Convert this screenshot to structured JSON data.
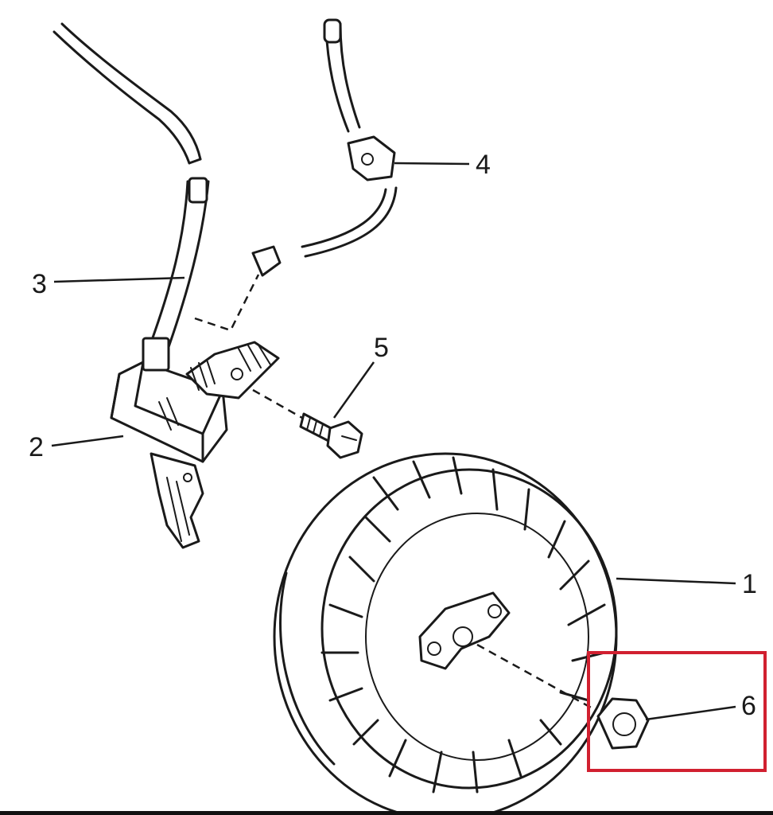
{
  "callouts": [
    {
      "number": "1",
      "part": "flywheel"
    },
    {
      "number": "2",
      "part": "ignition-coil"
    },
    {
      "number": "3",
      "part": "spark-plug-lead"
    },
    {
      "number": "4",
      "part": "ground-wire-terminal"
    },
    {
      "number": "5",
      "part": "coil-mounting-bolt"
    },
    {
      "number": "6",
      "part": "flywheel-nut"
    }
  ],
  "highlight": {
    "target_callout": "6",
    "color": "#d12030"
  },
  "colors": {
    "line_art": "#1a1a1a",
    "background": "#ffffff"
  }
}
